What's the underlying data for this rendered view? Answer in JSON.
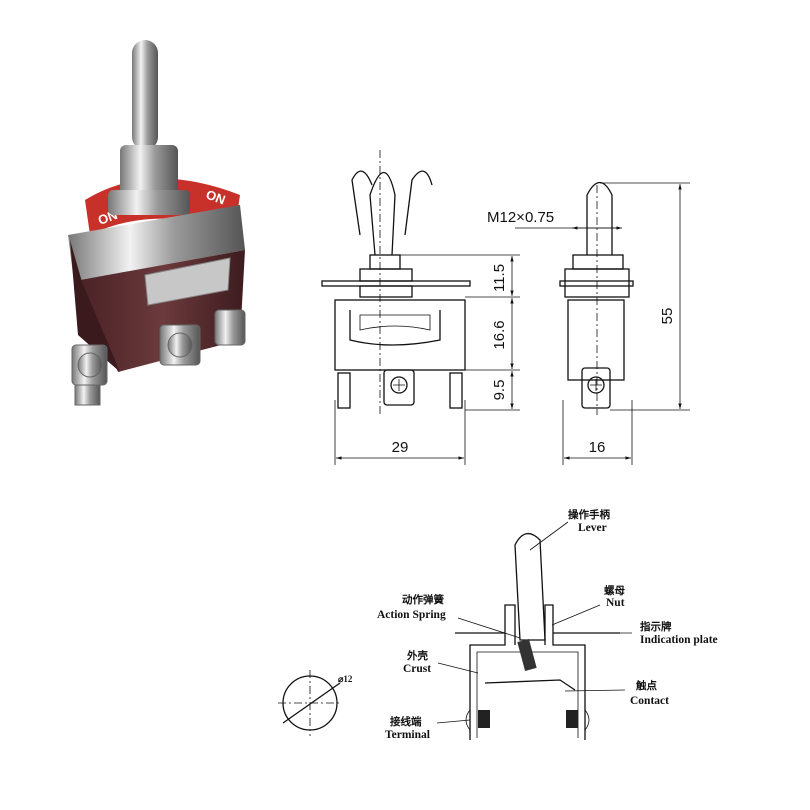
{
  "photo": {
    "plate_text": "ON"
  },
  "dimension_drawing": {
    "thread": "M12×0.75",
    "heights": [
      "11.5",
      "16.6",
      "9.5"
    ],
    "total_height": "55",
    "front_width": "29",
    "side_width": "16"
  },
  "panel_cutout": {
    "diameter_label": "⌀12"
  },
  "parts": {
    "lever": {
      "cn": "操作手柄",
      "en": "Lever"
    },
    "nut": {
      "cn": "螺母",
      "en": "Nut"
    },
    "action_spring": {
      "cn": "动作弹簧",
      "en": "Action Spring"
    },
    "indication_plate": {
      "cn": "指示牌",
      "en": "Indication plate"
    },
    "crust": {
      "cn": "外壳",
      "en": "Crust"
    },
    "contact": {
      "cn": "触点",
      "en": "Contact"
    },
    "terminal": {
      "cn": "接线端",
      "en": "Terminal"
    }
  }
}
